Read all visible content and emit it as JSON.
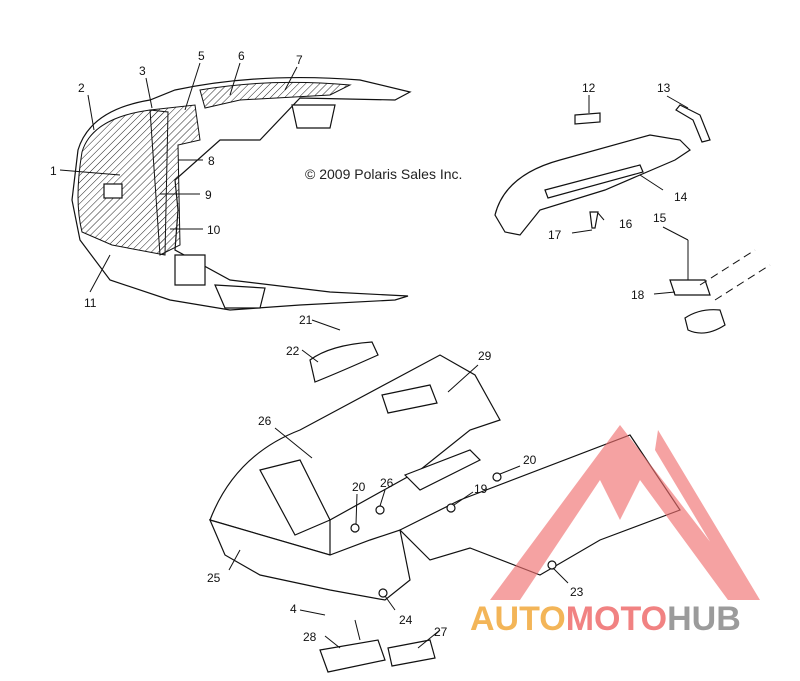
{
  "copyright": "© 2009 Polaris Sales Inc.",
  "watermark": {
    "auto": "AUTO",
    "moto": "MOTO",
    "hub": "HUB",
    "color_auto": "#f2a93b",
    "color_moto": "#ef6d6d",
    "color_hub": "#8a8a8a"
  },
  "callouts": {
    "c1": "1",
    "c2": "2",
    "c3": "3",
    "c4": "4",
    "c5": "5",
    "c6": "6",
    "c7": "7",
    "c8": "8",
    "c9": "9",
    "c10": "10",
    "c11": "11",
    "c12": "12",
    "c13": "13",
    "c14": "14",
    "c15": "15",
    "c16": "16",
    "c17": "17",
    "c18": "18",
    "c19": "19",
    "c20a": "20",
    "c20b": "20",
    "c21": "21",
    "c22": "22",
    "c23": "23",
    "c24": "24",
    "c25": "25",
    "c26a": "26",
    "c26b": "26",
    "c27": "27",
    "c28": "28",
    "c29": "29"
  }
}
